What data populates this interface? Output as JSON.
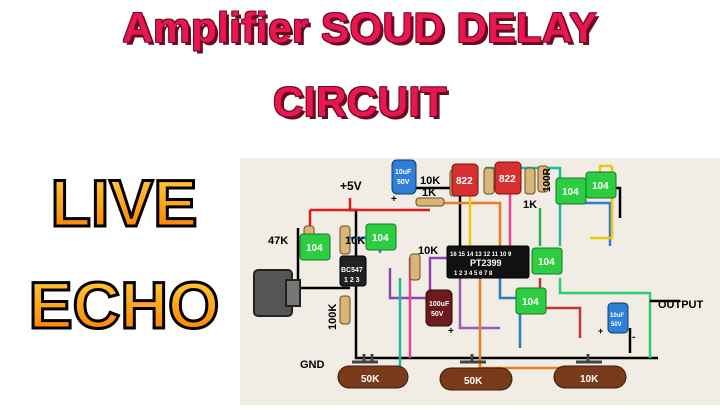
{
  "title": {
    "line1": "Amplifier SOUD DELAY",
    "line2": "CIRCUIT"
  },
  "side_text": {
    "line1": "LIVE",
    "line2": "ECHO"
  },
  "circuit": {
    "supply_label": "+5V",
    "ground_label": "GND",
    "output_label": "OUTPUT",
    "ic_name": "PT2399",
    "ic_pins_top": "16 15 14 13 12 11 10 9",
    "ic_pins_bottom": "1 2 3 4 5 6 7 8",
    "transistor_name": "BC547",
    "transistor_pins": "1 2 3",
    "resistors": {
      "r_47k": "47K",
      "r_10k_a": "10K",
      "r_100k": "100K",
      "r_10k_top": "10K",
      "r_1k_top": "1K",
      "r_10k_mid": "10K",
      "r_1k_right": "1K",
      "r_100r": "100R"
    },
    "capacitors": {
      "c104_1": "104",
      "c104_2": "104",
      "c104_3": "104",
      "c104_4": "104",
      "c104_5": "104",
      "c104_6": "104",
      "c822_1": "822",
      "c822_2": "822"
    },
    "electrolytics": {
      "e1_value": "10uF",
      "e1_voltage": "50V",
      "e2_value": "100uF",
      "e2_voltage": "50V",
      "e3_value": "10uF",
      "e3_voltage": "50V",
      "plus": "+",
      "minus": "-"
    },
    "potentiometers": {
      "pot1": "50K",
      "pot2": "50K",
      "pot3": "10K"
    }
  }
}
